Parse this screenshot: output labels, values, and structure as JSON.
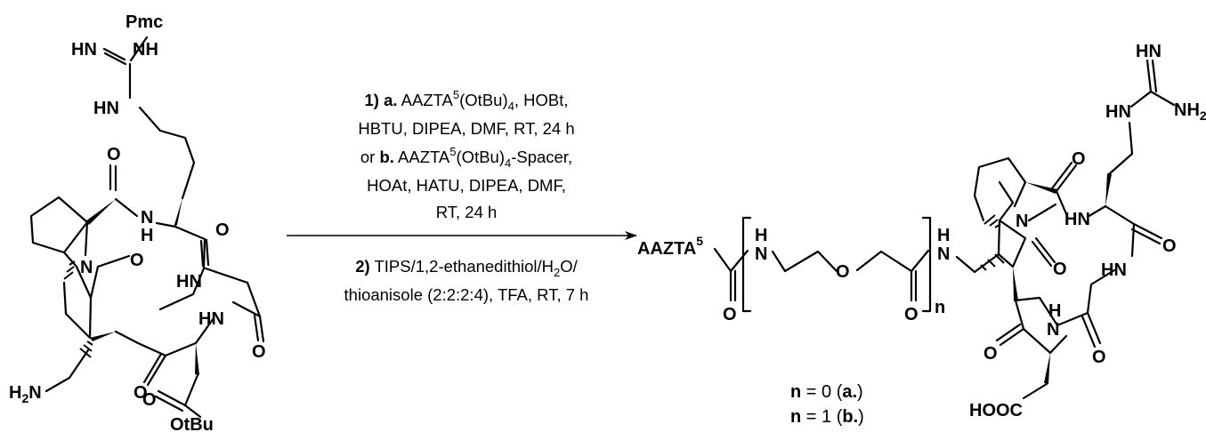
{
  "reactant": {
    "pmc": "Pmc",
    "hn_imine": "HN",
    "nh_pmc": "NH",
    "hn_chain": "HN",
    "o_amide1": "O",
    "nh_amide1": "N",
    "h_amide1": "H",
    "o_amide2": "O",
    "n_ring": "N",
    "o_ring": "O",
    "hn_gly": "HN",
    "hn_asp": "HN",
    "o_gly": "O",
    "h2n": "H",
    "h2n_sub": "2",
    "h2n_n": "N",
    "o_ketone": "O",
    "o_ester": "O",
    "otbu": "OtBu"
  },
  "conditions": {
    "step1_num": "1)",
    "step1_a": "a.",
    "step1_a_text_1": " AAZTA",
    "step1_a_sup": "5",
    "step1_a_text_2": "(OtBu)",
    "step1_a_sub": "4",
    "step1_a_text_3": ", HOBt,",
    "line2": "HBTU, DIPEA, DMF, RT, 24 h",
    "line3_or": "or ",
    "line3_b": "b.",
    "line3_text_1": " AAZTA",
    "line3_sup": "5",
    "line3_text_2": "(OtBu)",
    "line3_sub": "4",
    "line3_text_3": "-Spacer,",
    "line4": "HOAt, HATU, DIPEA, DMF,",
    "line5": "RT, 24 h",
    "step2_num": "2)",
    "step2_text_1": " TIPS/1,2-ethanedithiol/H",
    "step2_sub": "2",
    "step2_text_2": "O/",
    "line7": "thioanisole (2:2:2:4), TFA, RT, 7 h"
  },
  "product": {
    "aazta": "AAZTA",
    "aazta_sup": "5",
    "o_left": "O",
    "h_spacer": "H",
    "n_spacer": "N",
    "o_ether": "O",
    "o_spacer": "O",
    "n_index": "n",
    "h_link": "H",
    "n_link": "N",
    "n_ring": "N",
    "o_ring": "O",
    "o_amide1": "O",
    "hn_amide1": "HN",
    "o_amide2": "O",
    "hn_gly": "HN",
    "h_asp": "H",
    "n_asp": "N",
    "o_gly": "O",
    "o_ketone": "O",
    "hooc": "HOOC",
    "hn_imine": "HN",
    "nh2": "NH",
    "hn_chain": "HN",
    "legend_a_n": "n",
    "legend_a_text_1": " = 0 (",
    "legend_a_bold": "a.",
    "legend_a_text_2": ")",
    "legend_b_n": "n",
    "legend_b_text_1": " = 1 (",
    "legend_b_bold": "b.",
    "legend_b_text_2": ")"
  }
}
